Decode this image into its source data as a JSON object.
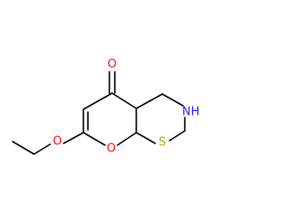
{
  "atoms": {
    "carbonyl_oxygen": "O",
    "ring_oxygen": "O",
    "ether_oxygen": "O",
    "sulfur": "S",
    "amine": "NH"
  },
  "colors": {
    "oxygen": "#ff0d0d",
    "sulfur": "#c8a000",
    "nitrogen": "#2020ff",
    "bond": "#000000"
  }
}
